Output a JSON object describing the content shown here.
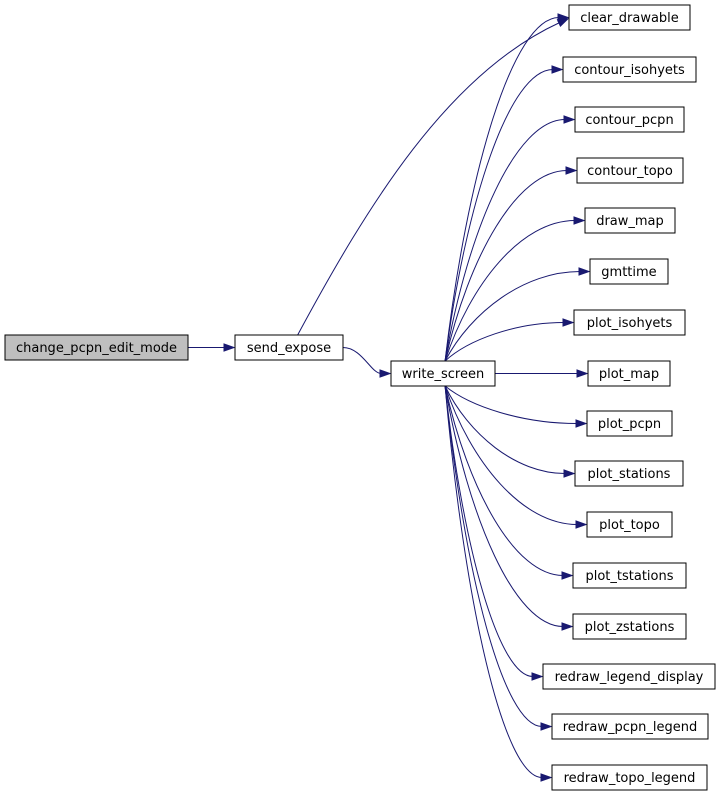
{
  "graph": {
    "root": {
      "id": "change_pcpn_edit_mode",
      "label": "change_pcpn_edit_mode",
      "highlighted": true
    },
    "nodes": [
      {
        "id": "send_expose",
        "label": "send_expose"
      },
      {
        "id": "write_screen",
        "label": "write_screen"
      },
      {
        "id": "clear_drawable",
        "label": "clear_drawable"
      },
      {
        "id": "contour_isohyets",
        "label": "contour_isohyets"
      },
      {
        "id": "contour_pcpn",
        "label": "contour_pcpn"
      },
      {
        "id": "contour_topo",
        "label": "contour_topo"
      },
      {
        "id": "draw_map",
        "label": "draw_map"
      },
      {
        "id": "gmttime",
        "label": "gmttime"
      },
      {
        "id": "plot_isohyets",
        "label": "plot_isohyets"
      },
      {
        "id": "plot_map",
        "label": "plot_map"
      },
      {
        "id": "plot_pcpn",
        "label": "plot_pcpn"
      },
      {
        "id": "plot_stations",
        "label": "plot_stations"
      },
      {
        "id": "plot_topo",
        "label": "plot_topo"
      },
      {
        "id": "plot_tstations",
        "label": "plot_tstations"
      },
      {
        "id": "plot_zstations",
        "label": "plot_zstations"
      },
      {
        "id": "redraw_legend_display",
        "label": "redraw_legend_display"
      },
      {
        "id": "redraw_pcpn_legend",
        "label": "redraw_pcpn_legend"
      },
      {
        "id": "redraw_topo_legend",
        "label": "redraw_topo_legend"
      }
    ],
    "edges": [
      {
        "from": "change_pcpn_edit_mode",
        "to": "send_expose"
      },
      {
        "from": "send_expose",
        "to": "clear_drawable"
      },
      {
        "from": "send_expose",
        "to": "write_screen"
      },
      {
        "from": "write_screen",
        "to": "clear_drawable"
      },
      {
        "from": "write_screen",
        "to": "contour_isohyets"
      },
      {
        "from": "write_screen",
        "to": "contour_pcpn"
      },
      {
        "from": "write_screen",
        "to": "contour_topo"
      },
      {
        "from": "write_screen",
        "to": "draw_map"
      },
      {
        "from": "write_screen",
        "to": "gmttime"
      },
      {
        "from": "write_screen",
        "to": "plot_isohyets"
      },
      {
        "from": "write_screen",
        "to": "plot_map"
      },
      {
        "from": "write_screen",
        "to": "plot_pcpn"
      },
      {
        "from": "write_screen",
        "to": "plot_stations"
      },
      {
        "from": "write_screen",
        "to": "plot_topo"
      },
      {
        "from": "write_screen",
        "to": "plot_tstations"
      },
      {
        "from": "write_screen",
        "to": "plot_zstations"
      },
      {
        "from": "write_screen",
        "to": "redraw_legend_display"
      },
      {
        "from": "write_screen",
        "to": "redraw_pcpn_legend"
      },
      {
        "from": "write_screen",
        "to": "redraw_topo_legend"
      }
    ]
  },
  "colors": {
    "edge": "#191970",
    "node_fill": "#ffffff",
    "root_fill": "#bfbfbf",
    "border": "#000000"
  }
}
